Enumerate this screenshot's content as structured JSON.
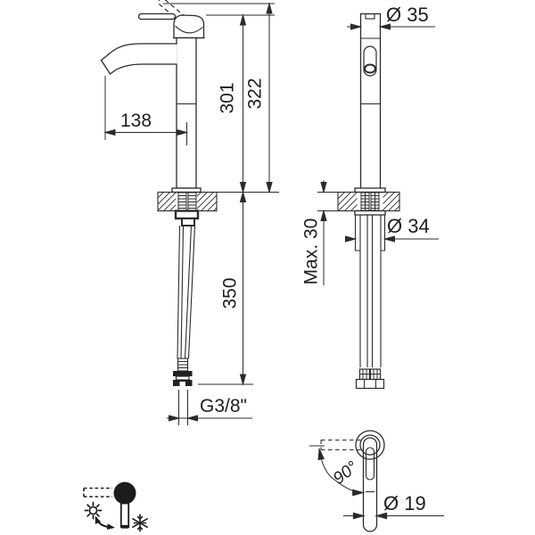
{
  "diagram": {
    "title": "basin mixer tap installation drawing",
    "dims": {
      "reach": "138",
      "h_spout": "301",
      "h_total": "322",
      "hose": "350",
      "thread": "G3/8\"",
      "d_top": "Ø 35",
      "deck": "Max. 30",
      "d_below": "Ø 34",
      "rot": "90°",
      "d_lever": "Ø 19"
    },
    "icons": {
      "hot": "sun-icon",
      "cold": "snowflake-icon",
      "mix": "rotate-arrow-icon",
      "handle": "handle-knob-icon"
    },
    "colors": {
      "line": "#2b2b2b",
      "text": "#1d1d1d",
      "fill_dark": "#222222",
      "background": "#ffffff"
    }
  }
}
